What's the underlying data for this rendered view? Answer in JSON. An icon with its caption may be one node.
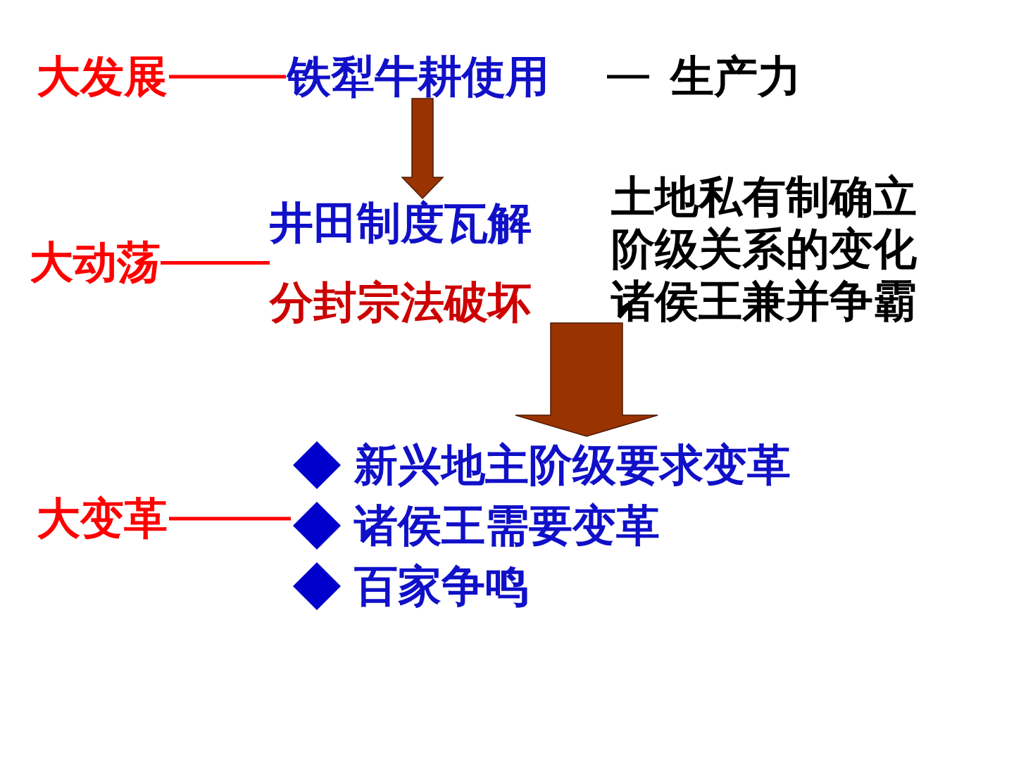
{
  "diagram": {
    "nodes": [
      {
        "text": [
          "大发展"
        ]
      },
      {
        "text": [
          "铁犁牛耕使用"
        ]
      },
      {
        "text": [
          "生产力"
        ]
      },
      {
        "text": [
          "井田制度瓦解"
        ]
      },
      {
        "text": [
          "分封宗法破坏"
        ]
      },
      {
        "text": [
          "大动荡"
        ]
      },
      {
        "text": [
          "土地私有制确立",
          "阶级关系的变化",
          "诸侯王兼并争霸"
        ]
      },
      {
        "text": [
          "大变革"
        ]
      },
      {
        "text": [
          "新兴地主阶级要求变革",
          "诸侯王需要变革",
          "百家争鸣"
        ]
      }
    ],
    "edges": [
      {
        "from": 0,
        "to": 1,
        "arrow": "none"
      },
      {
        "from": 1,
        "to": 2,
        "arrow": "none",
        "color": "#000000"
      },
      {
        "from": 1,
        "to": 3,
        "arrow": "to",
        "style": "thick",
        "color": "#993300"
      },
      {
        "from": 5,
        "to": 3,
        "arrow": "none"
      },
      {
        "from": 5,
        "to": 4,
        "arrow": "none"
      },
      {
        "from": 6,
        "to": 8,
        "arrow": "to",
        "style": "thick",
        "color": "#993300"
      },
      {
        "from": 7,
        "to": 8,
        "arrow": "none"
      }
    ]
  }
}
